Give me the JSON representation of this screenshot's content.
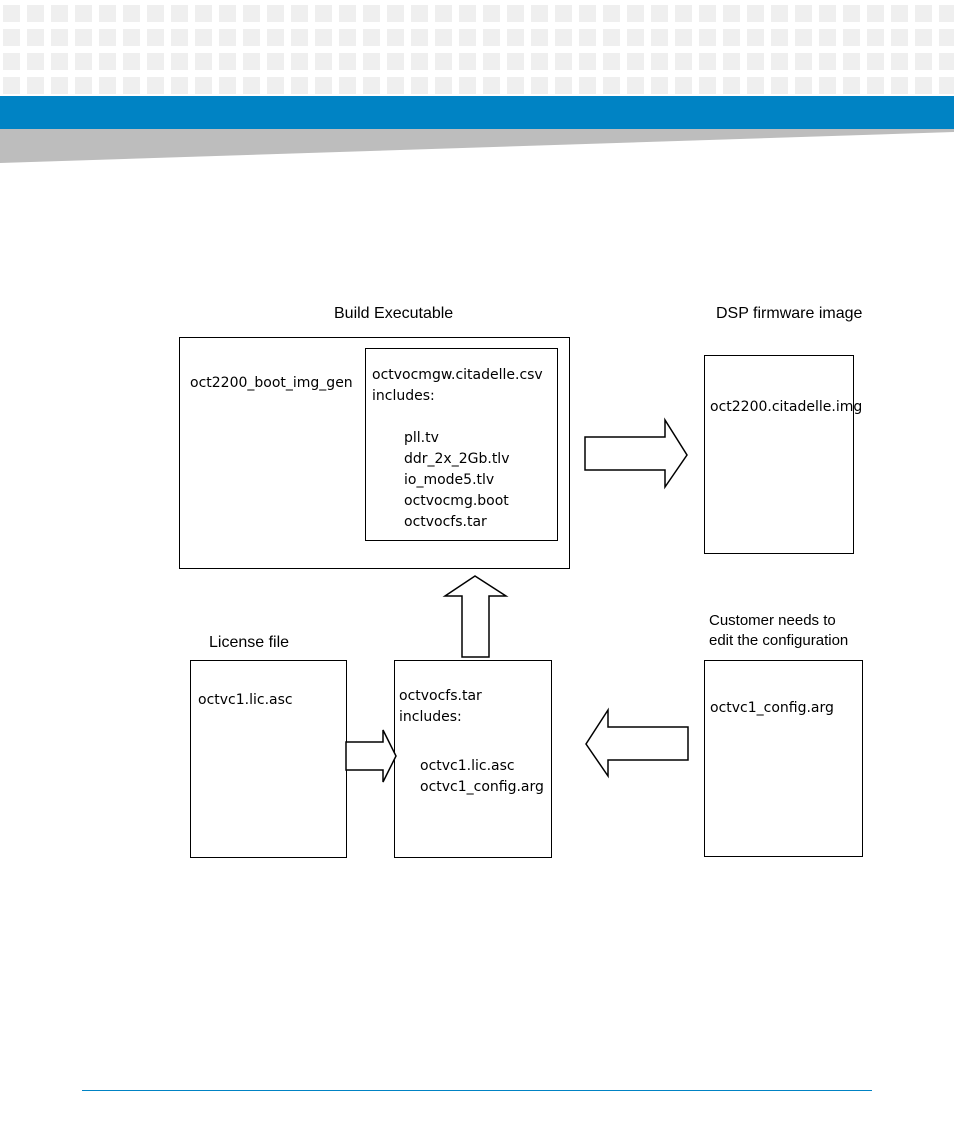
{
  "colors": {
    "brand_blue": "#0083c4",
    "header_gray": "#bdbdbd",
    "pattern_square": "#efefef",
    "line": "#000000"
  },
  "diagram": {
    "build_executable": {
      "caption": "Build Executable",
      "tool": "oct2200_boot_img_gen",
      "csv_file": "octvocmgw.citadelle.csv",
      "includes_label": "includes:",
      "items": [
        "pll.tv",
        "ddr_2x_2Gb.tlv",
        "io_mode5.tlv",
        "octvocmg.boot",
        "octvocfs.tar"
      ]
    },
    "dsp_firmware": {
      "caption": "DSP firmware image",
      "file": "oct2200.citadelle.img"
    },
    "license": {
      "caption": "License file",
      "file": "octvc1.lic.asc"
    },
    "octvocfs": {
      "file": "octvocfs.tar",
      "includes_label": "includes:",
      "items": [
        "octvc1.lic.asc",
        "octvc1_config.arg"
      ]
    },
    "customer_config": {
      "caption_line1": "Customer needs to",
      "caption_line2": "edit the configuration",
      "file": "octvc1_config.arg"
    }
  }
}
